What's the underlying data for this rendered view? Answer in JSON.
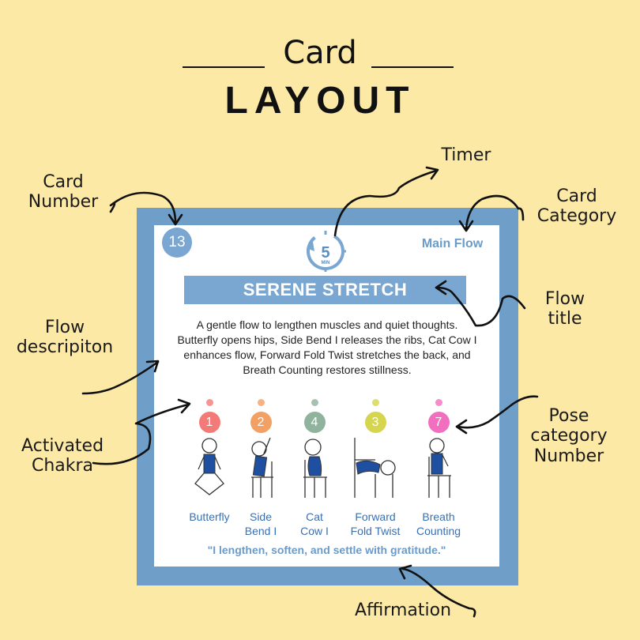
{
  "title": {
    "line1": "Card",
    "line2": "LAYOUT"
  },
  "annotations": {
    "card_number": [
      "Card",
      "Number"
    ],
    "timer": "Timer",
    "card_category": [
      "Card",
      "Category"
    ],
    "flow_title": [
      "Flow",
      "title"
    ],
    "flow_description": [
      "Flow",
      "descripiton"
    ],
    "activated_chakra": [
      "Activated",
      "Chakra"
    ],
    "pose_category_number": [
      "Pose",
      "category",
      "Number"
    ],
    "affirmation": "Affirmation"
  },
  "card": {
    "number": "13",
    "category": "Main Flow",
    "timer_minutes": "5",
    "timer_unit": "MIN",
    "flow_title": "SERENE STRETCH",
    "description": "A gentle flow to lengthen muscles and quiet thoughts. Butterfly opens hips, Side Bend I releases the ribs, Cat Cow I enhances flow, Forward Fold Twist stretches the back, and Breath Counting restores stillness.",
    "poses": [
      {
        "number": "1",
        "name_line1": "Butterfly",
        "name_line2": "",
        "color": "#f47a78"
      },
      {
        "number": "2",
        "name_line1": "Side",
        "name_line2": "Bend I",
        "color": "#f3a064"
      },
      {
        "number": "4",
        "name_line1": "Cat",
        "name_line2": "Cow I",
        "color": "#8fb39d"
      },
      {
        "number": "3",
        "name_line1": "Forward",
        "name_line2": "Fold Twist",
        "color": "#d6d54e"
      },
      {
        "number": "7",
        "name_line1": "Breath",
        "name_line2": "Counting",
        "color": "#f26fbf"
      }
    ],
    "affirmation": "\"I lengthen, soften, and settle with gratitude.\""
  },
  "colors": {
    "background": "#fde9a6",
    "card_frame": "#6f9ec9",
    "accent": "#7aa6d2",
    "pose_label": "#3a6fb0",
    "figure_body": "#1f4fa0"
  }
}
